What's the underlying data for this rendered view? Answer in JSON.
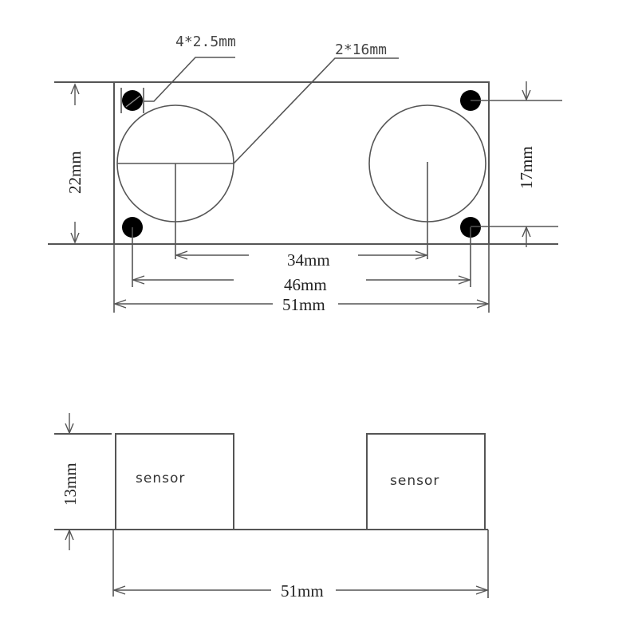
{
  "top_view": {
    "callouts": {
      "mount_holes": "4*2.5mm",
      "transducers": "2*16mm"
    },
    "dimensions": {
      "height": "22mm",
      "hole_vertical_spacing": "17mm",
      "transducer_spacing": "34mm",
      "hole_horizontal_spacing": "46mm",
      "width": "51mm"
    }
  },
  "side_view": {
    "sensor_left": "sensor",
    "sensor_right": "sensor",
    "dimensions": {
      "height": "13mm",
      "width": "51mm"
    }
  },
  "colors": {
    "line": "#555555",
    "hole": "#000000",
    "background": "#ffffff"
  }
}
